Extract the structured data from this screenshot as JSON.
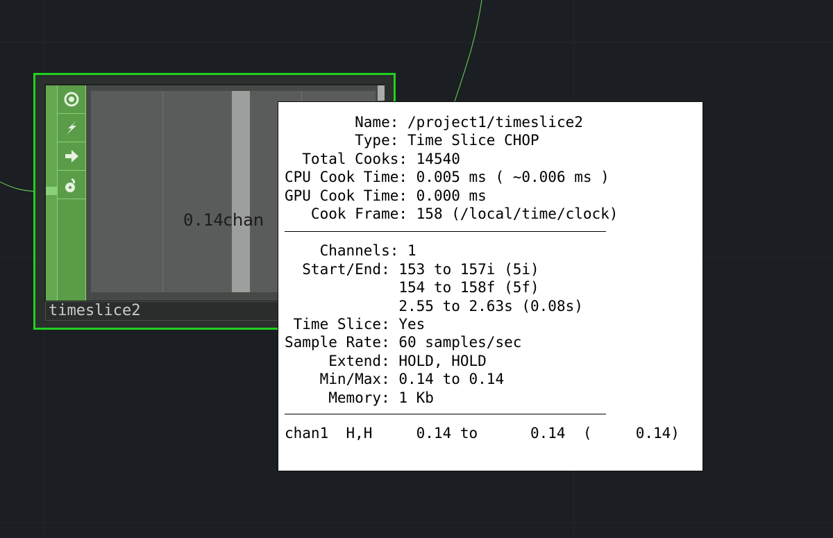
{
  "node": {
    "value_text": "0.14",
    "channel_text": "chan",
    "name": "timeslice2"
  },
  "info": {
    "name_label": "        Name: ",
    "name_value": "/project1/timeslice2",
    "type_label": "        Type: ",
    "type_value": "Time Slice CHOP",
    "total_cooks_label": "  Total Cooks: ",
    "total_cooks_value": "14540",
    "cpu_label": "CPU Cook Time: ",
    "cpu_value": "0.005 ms ( ~0.006 ms )",
    "gpu_label": "GPU Cook Time: ",
    "gpu_value": "0.000 ms",
    "frame_label": "   Cook Frame: ",
    "frame_value": "158 (/local/time/clock)",
    "channels_label": "    Channels: ",
    "channels_value": "1",
    "startend_label": "  Start/End: ",
    "startend_value1": "153 to 157i (5i)",
    "startend_value2": "154 to 158f (5f)",
    "startend_value3": "2.55 to 2.63s (0.08s)",
    "timeslice_label": " Time Slice: ",
    "timeslice_value": "Yes",
    "samplerate_label": "Sample Rate: ",
    "samplerate_value": "60 samples/sec",
    "extend_label": "     Extend: ",
    "extend_value": "HOLD, HOLD",
    "minmax_label": "    Min/Max: ",
    "minmax_value": "0.14 to 0.14",
    "memory_label": "     Memory: ",
    "memory_value": "1 Kb",
    "channel_row": "chan1  H,H     0.14 to      0.14  (     0.14)"
  },
  "icons": {
    "flag1": "target-icon",
    "flag2": "lightning-icon",
    "flag3": "arrow-right-icon",
    "flag4": "lock-icon"
  },
  "colors": {
    "selected_border": "#1fd21f",
    "flag_green": "#5a9c48",
    "background": "#1b1e22"
  }
}
